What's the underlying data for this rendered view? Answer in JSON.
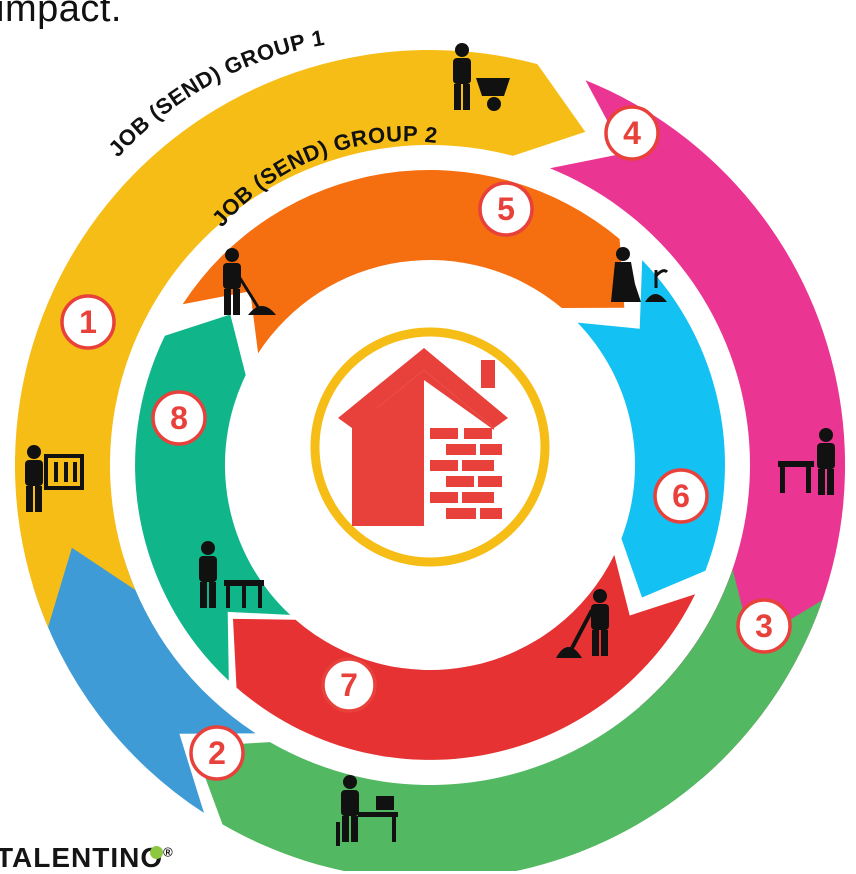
{
  "heading": "impact.",
  "brand": {
    "name": "TALENTINO",
    "mark": "®",
    "dot_color": "#8dc63f"
  },
  "arc_labels": {
    "group1": "JOB (SEND) GROUP 1",
    "group2": "JOB (SEND) GROUP 2"
  },
  "steps": [
    {
      "number": "1",
      "color": "#f6bd16",
      "icon": "wheelbarrow-worker-icon"
    },
    {
      "number": "2",
      "color": "#3f9bd6",
      "icon": "tool-board-icon"
    },
    {
      "number": "3",
      "color": "#52b861",
      "icon": "desk-worker-icon"
    },
    {
      "number": "4",
      "color": "#ea3593",
      "icon": "workbench-worker-icon"
    },
    {
      "number": "5",
      "color": "#f56e0f",
      "icon": "shovel-worker-icon"
    },
    {
      "number": "6",
      "color": "#13c1f2",
      "icon": "kneeling-planter-icon"
    },
    {
      "number": "7",
      "color": "#e63232",
      "icon": "digging-worker-icon"
    },
    {
      "number": "8",
      "color": "#11b58a",
      "icon": "barrier-worker-icon"
    }
  ],
  "center": {
    "icon": "house-brick-icon",
    "ring_color": "#f6bd16",
    "house_color": "#e8403a"
  },
  "number_badge": {
    "fill": "#ffffff",
    "stroke": "#e8403a",
    "text_color": "#e8403a"
  }
}
